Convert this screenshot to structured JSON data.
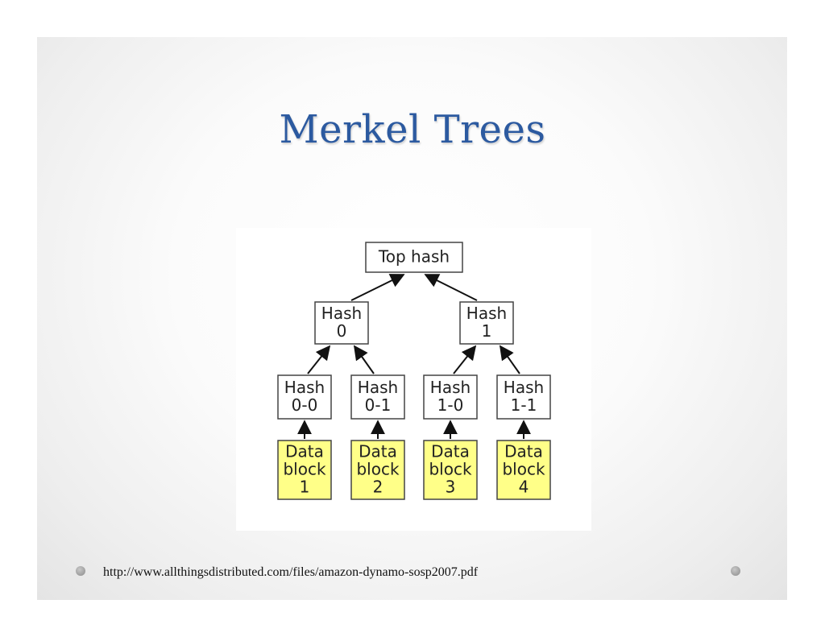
{
  "slide": {
    "title": "Merkel Trees",
    "source_url": "http://www.allthingsdistributed.com/files/amazon-dynamo-sosp2007.pdf"
  },
  "diagram": {
    "nodes": [
      {
        "id": "top",
        "lines": [
          "Top hash"
        ],
        "kind": "hash"
      },
      {
        "id": "h0",
        "lines": [
          "Hash",
          "0"
        ],
        "kind": "hash"
      },
      {
        "id": "h1",
        "lines": [
          "Hash",
          "1"
        ],
        "kind": "hash"
      },
      {
        "id": "h00",
        "lines": [
          "Hash",
          "0-0"
        ],
        "kind": "hash"
      },
      {
        "id": "h01",
        "lines": [
          "Hash",
          "0-1"
        ],
        "kind": "hash"
      },
      {
        "id": "h10",
        "lines": [
          "Hash",
          "1-0"
        ],
        "kind": "hash"
      },
      {
        "id": "h11",
        "lines": [
          "Hash",
          "1-1"
        ],
        "kind": "hash"
      },
      {
        "id": "d1",
        "lines": [
          "Data",
          "block",
          "1"
        ],
        "kind": "data"
      },
      {
        "id": "d2",
        "lines": [
          "Data",
          "block",
          "2"
        ],
        "kind": "data"
      },
      {
        "id": "d3",
        "lines": [
          "Data",
          "block",
          "3"
        ],
        "kind": "data"
      },
      {
        "id": "d4",
        "lines": [
          "Data",
          "block",
          "4"
        ],
        "kind": "data"
      }
    ],
    "edges": [
      {
        "from": "h0",
        "to": "top"
      },
      {
        "from": "h1",
        "to": "top"
      },
      {
        "from": "h00",
        "to": "h0"
      },
      {
        "from": "h01",
        "to": "h0"
      },
      {
        "from": "h10",
        "to": "h1"
      },
      {
        "from": "h11",
        "to": "h1"
      },
      {
        "from": "d1",
        "to": "h00"
      },
      {
        "from": "d2",
        "to": "h01"
      },
      {
        "from": "d3",
        "to": "h10"
      },
      {
        "from": "d4",
        "to": "h11"
      }
    ],
    "colors": {
      "hash_fill": "#ffffff",
      "data_fill": "#ffff88",
      "border": "#444444",
      "arrow": "#111111"
    }
  }
}
